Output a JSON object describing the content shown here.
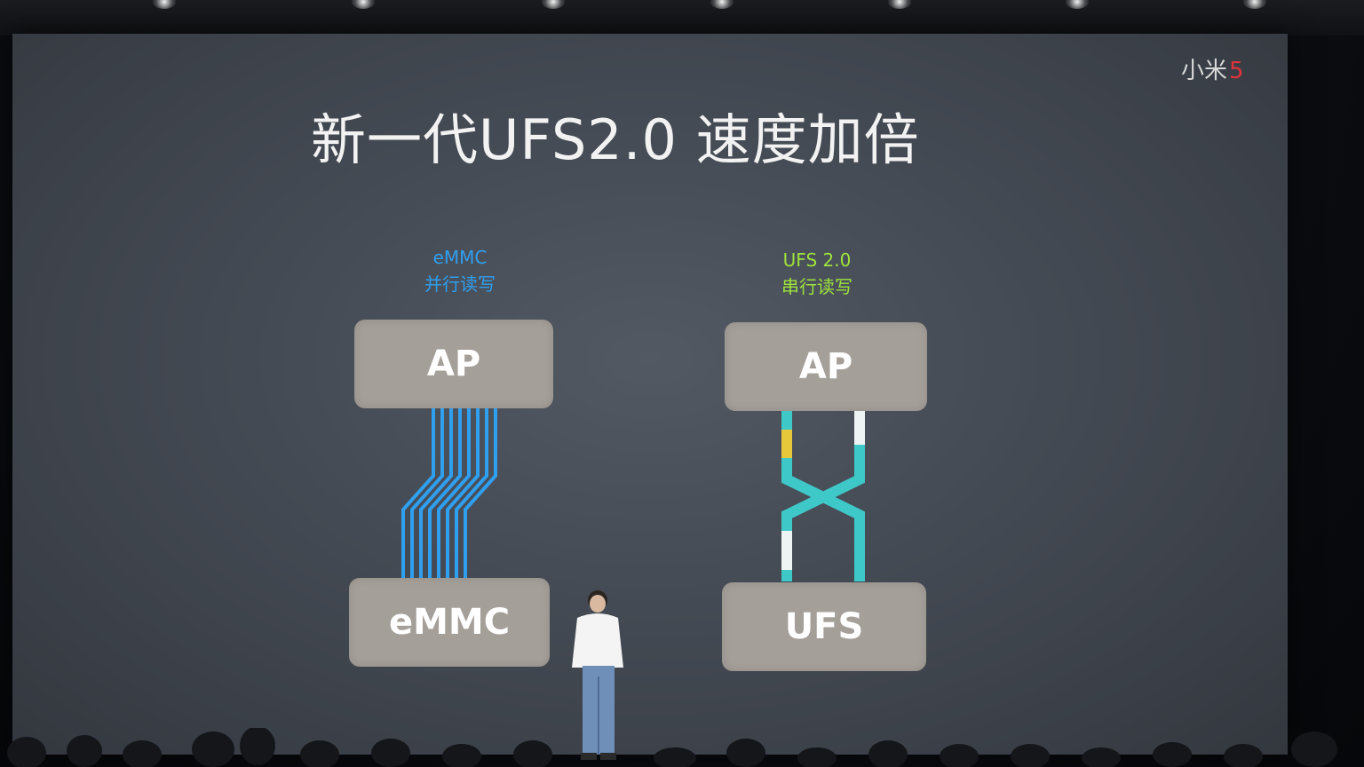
{
  "slide": {
    "title": "新一代UFS2.0 速度加倍",
    "brand_text": "小米",
    "brand_number": "5",
    "brand_number_color": "#e0323a"
  },
  "left_diagram": {
    "label_line1": "eMMC",
    "label_line2": "并行读写",
    "label_color": "#2f9ff0",
    "top_chip": "AP",
    "bottom_chip": "eMMC",
    "wire_count": 8,
    "wire_color": "#2f9ff0"
  },
  "right_diagram": {
    "label_line1": "UFS 2.0",
    "label_line2": "串行读写",
    "label_color": "#9ee33c",
    "top_chip": "AP",
    "bottom_chip": "UFS",
    "lane_color": "#3ec8c8",
    "highlight_color": "#e6c83a"
  }
}
